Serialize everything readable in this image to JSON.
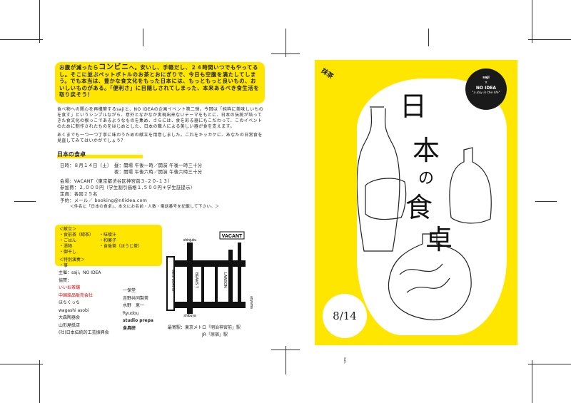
{
  "intro": {
    "pre": "お腹が減ったら",
    "big": "コンビニ",
    "post": "へ。安いし、手軽だし、２４時間いつでもやってるし。そこに並ぶペットボトルのお茶とおにぎりで、今日も空腹を満たしてしまう。でも本当は、豊かな食文化をもった日本には、もっともっと良いもの、おいしいものがある。「便利さ」に目隠しされてしまった、本来あるべき食生活を取り戻そう！"
  },
  "description": "食べ物への関心を再構築するsajiと、NO IDEAの企画イベント第二弾。今回は「純粋に美味しいものを食す」というシンプルながら、意外となかなか実現出来ないテーマをもとに、日本の伝統が培ってきた食文化の根っこであるようなものを集め、さらには、食を彩る器にもこだわって、このイベントのために制作されたものをはじめとした、日本の職人による美しい器が食を支えます。",
  "description2": "あくまでも一つ一つ丁寧に味わうための献立を用意しました。これをキッカケに、あなたの日常食を見直してみてはいかがでしょう？",
  "event_title": "日本の食卓",
  "info": {
    "date1": "日時：８月１４日（土）　昼：開場 午後一時／開演 午後一時三十分",
    "date2": "夜：開場 午後六時／開演 午後六時三十分",
    "venue": "会場：VACANT（東京都渋谷区神宮前３-２０-１３）",
    "fee": "参加費：２,０００円（学生割引価格１,５００円＊学生証提示）",
    "capacity": "定員：各回２５名",
    "reserve": "予約：メール／ booking@n0idea.com",
    "note": "＜件名に「日本の食卓」、本文にお名前・人数・電話番号を記載して下さい。＞"
  },
  "menu": {
    "heading": "＜献立＞",
    "items": [
      "・食前茶（緑茶）",
      "・ごはん",
      "・漬物",
      "・御干し",
      "・味噌汁",
      "・和菓子",
      "・食後茶（ほうじ茶）"
    ],
    "special_heading": "＜特別演奏＞",
    "special": "・箏"
  },
  "credits": {
    "organizer": "主催：saji，NO IDEA",
    "cooperation": "協賛：",
    "left": [
      "いいお茶舗",
      "中国銘品販売会社",
      "ほちくっち",
      "wagashi asobi",
      "大森陶器会",
      "山形屋紙店",
      "(社)日本伝統的工芸振興会"
    ],
    "right": [
      "一保堂",
      "吉野共同製茶",
      "水野　恵一",
      "Ryudou",
      "studio prepa",
      "食具研"
    ]
  },
  "map": {
    "vacant": "VACANT",
    "shinjuku": "shinjuku",
    "shibuya": "shibuya",
    "aoyama": "aoyama",
    "lawson": "LAWSON",
    "beams": "BEAMS T",
    "meiji": "MEIJI DORI ST."
  },
  "access": {
    "line1": "最寄駅：東京メトロ「明治神宮前」駅",
    "line2": "JR「原宿」駅"
  },
  "poster": {
    "corner": "抹茶",
    "badge_top": "saji",
    "badge_x": "×",
    "badge_name": "NO IDEA",
    "badge_sub": "\"a day in the life\"",
    "title": [
      "日",
      "本",
      "の",
      "食",
      "卓"
    ],
    "date": "8/14",
    "date_day": "sat."
  }
}
